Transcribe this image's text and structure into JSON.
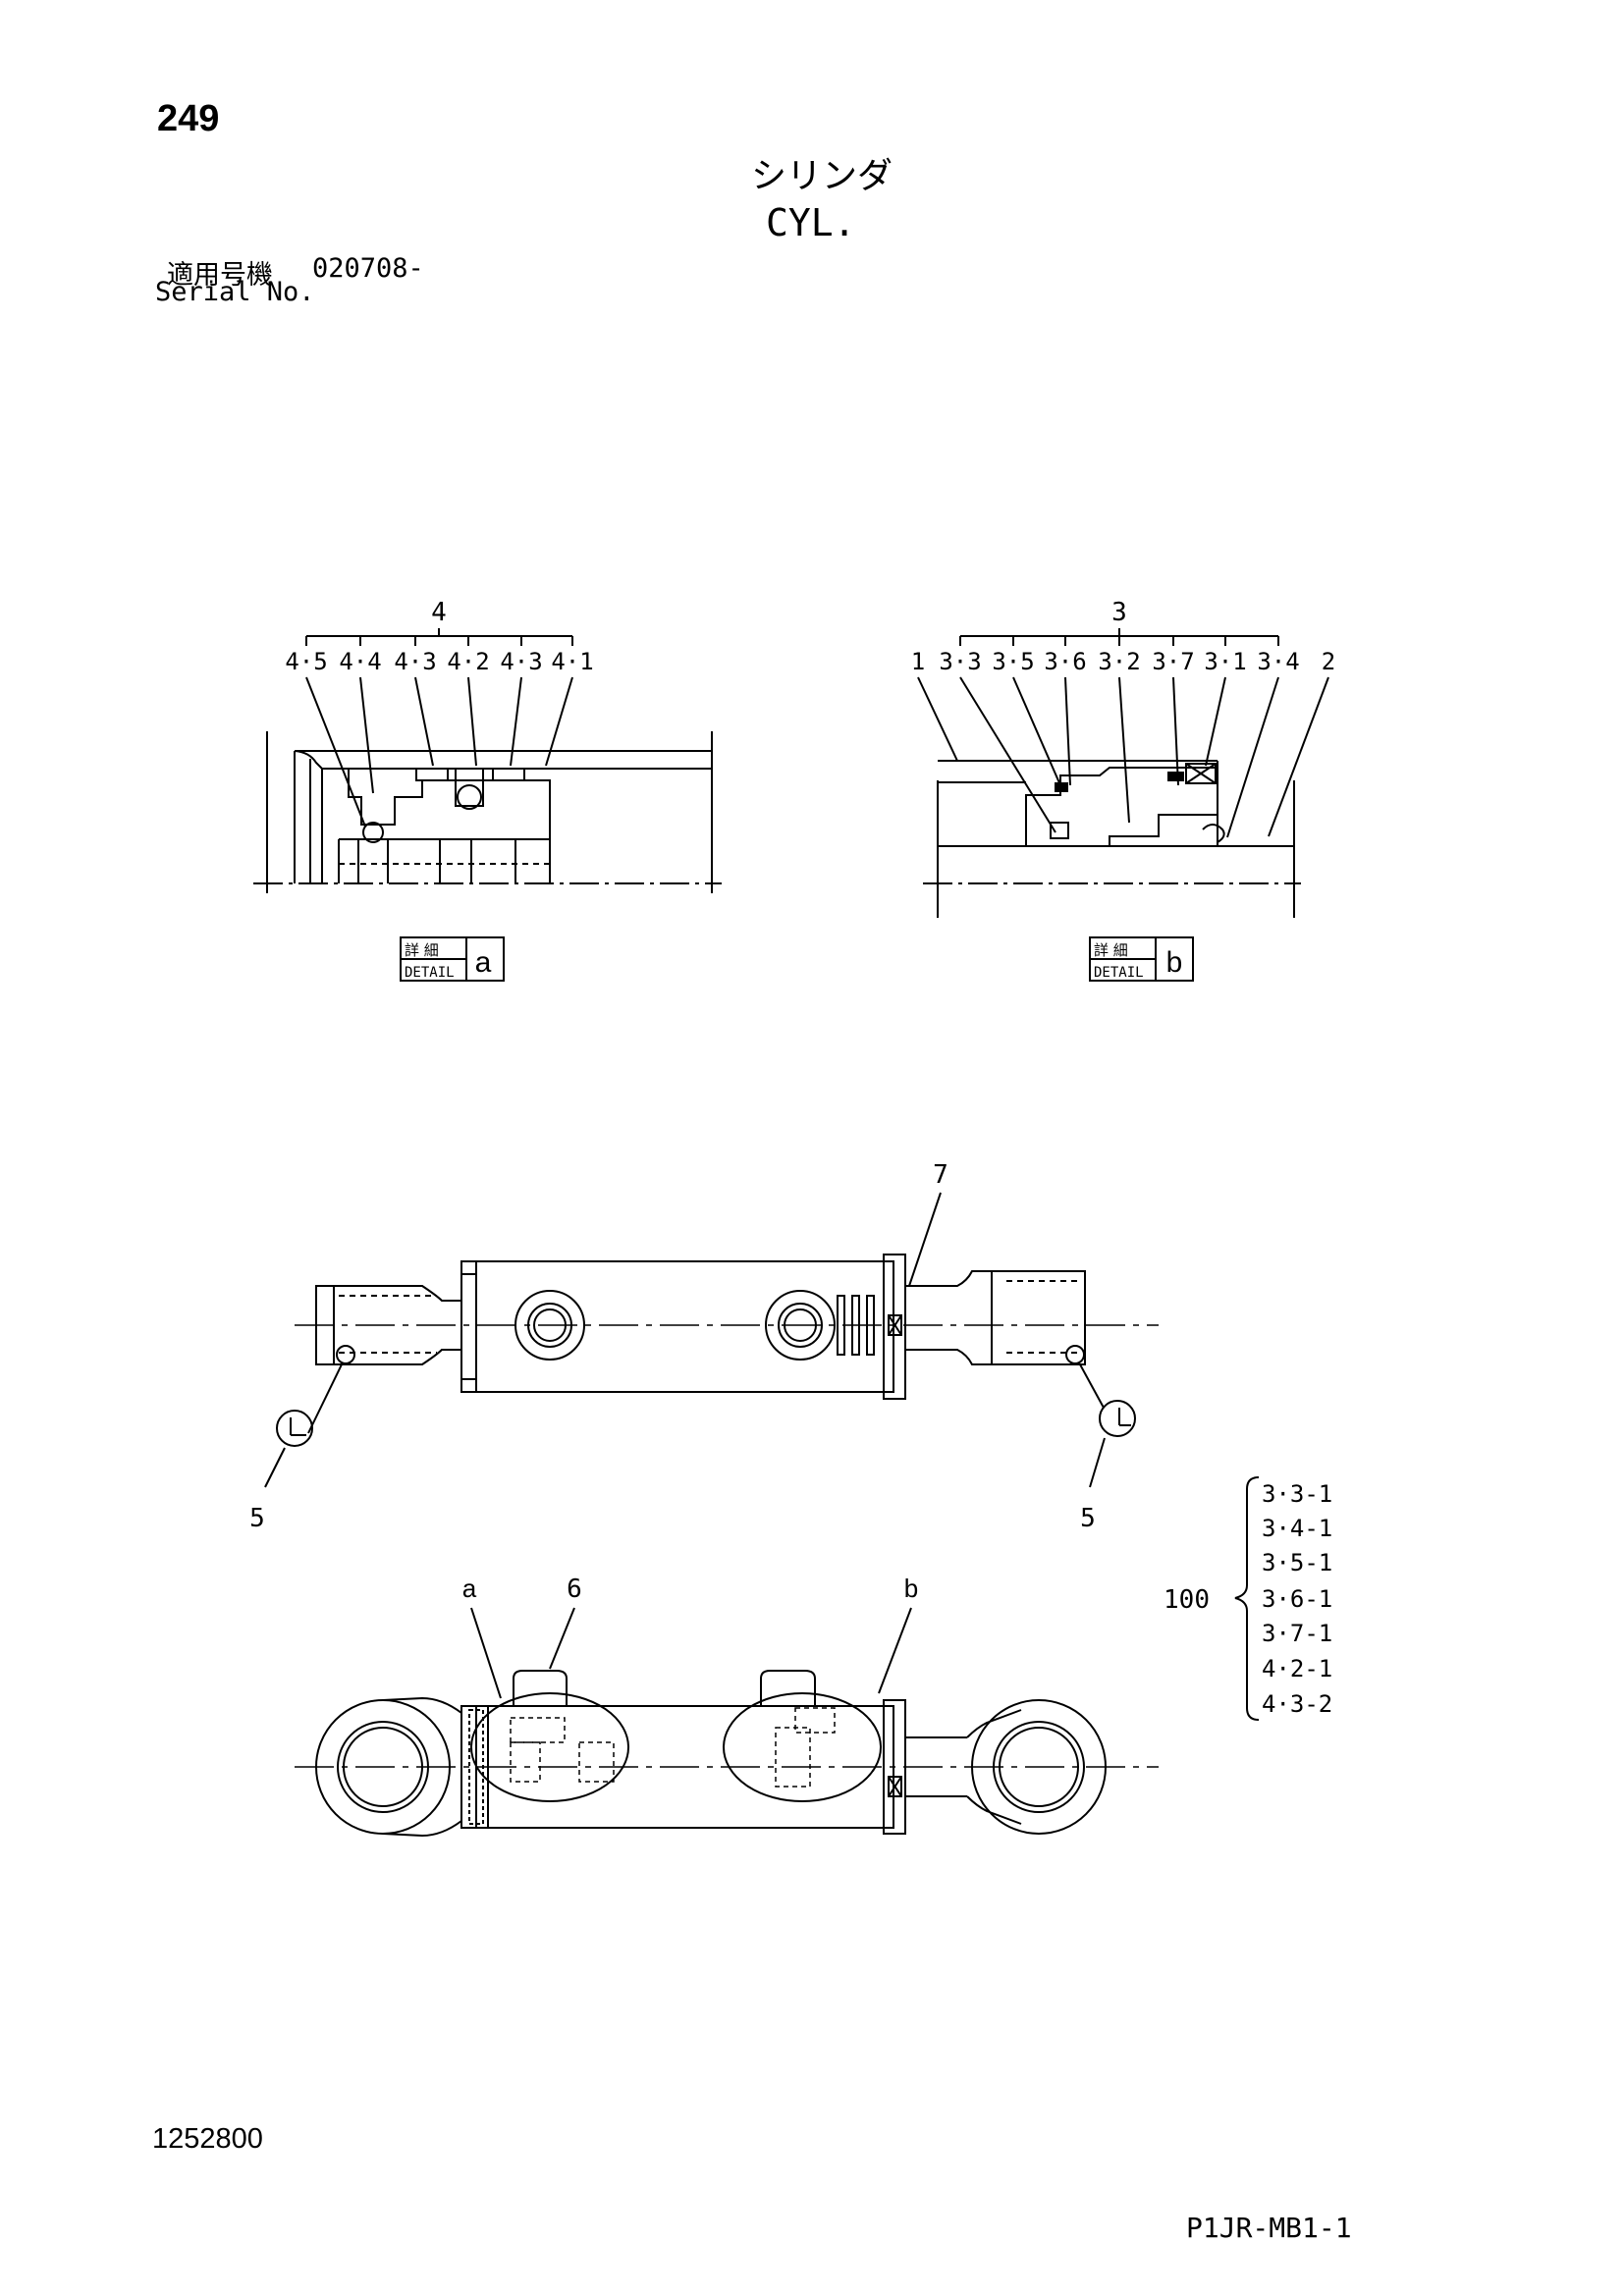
{
  "page_number": "249",
  "title_jp": "シリンダ",
  "title_en": "CYL.",
  "serial": {
    "label_jp": "適用号機",
    "label_en": "Serial No.",
    "value": "020708-"
  },
  "detail_a": {
    "group": "4",
    "callouts": [
      "4·5",
      "4·4",
      "4·3",
      "4·2",
      "4·3",
      "4·1"
    ],
    "box_jp": "詳 細",
    "box_en": "DETAIL",
    "letter": "a"
  },
  "detail_b": {
    "group": "3",
    "callouts": [
      "1",
      "3·3",
      "3·5",
      "3·6",
      "3·2",
      "3·7",
      "3·1",
      "3·4",
      "2"
    ],
    "box_jp": "詳 細",
    "box_en": "DETAIL",
    "letter": "b"
  },
  "main_view": {
    "callout_top": "7",
    "callout_left": "5",
    "callout_right": "5"
  },
  "lower_view": {
    "callout_a": "a",
    "callout_6": "6",
    "callout_b": "b"
  },
  "kit": {
    "number": "100",
    "items": [
      "3·3-1",
      "3·4-1",
      "3·5-1",
      "3·6-1",
      "3·7-1",
      "4·2-1",
      "4·3-2"
    ]
  },
  "doc_number": "1252800",
  "page_code": "P1JR-MB1-1"
}
